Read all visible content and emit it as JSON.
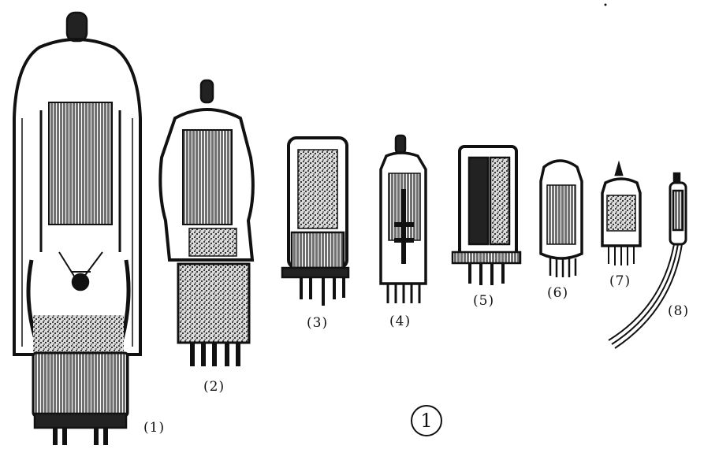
{
  "labels": {
    "t1": "(1)",
    "t2": "(2)",
    "t3": "(3)",
    "t4": "(4)",
    "t5": "(5)",
    "t6": "(6)",
    "t7": "(7)",
    "t8": "(8)"
  },
  "figure_number": "1",
  "ink_color": "#111111",
  "paper_color": "#ffffff"
}
